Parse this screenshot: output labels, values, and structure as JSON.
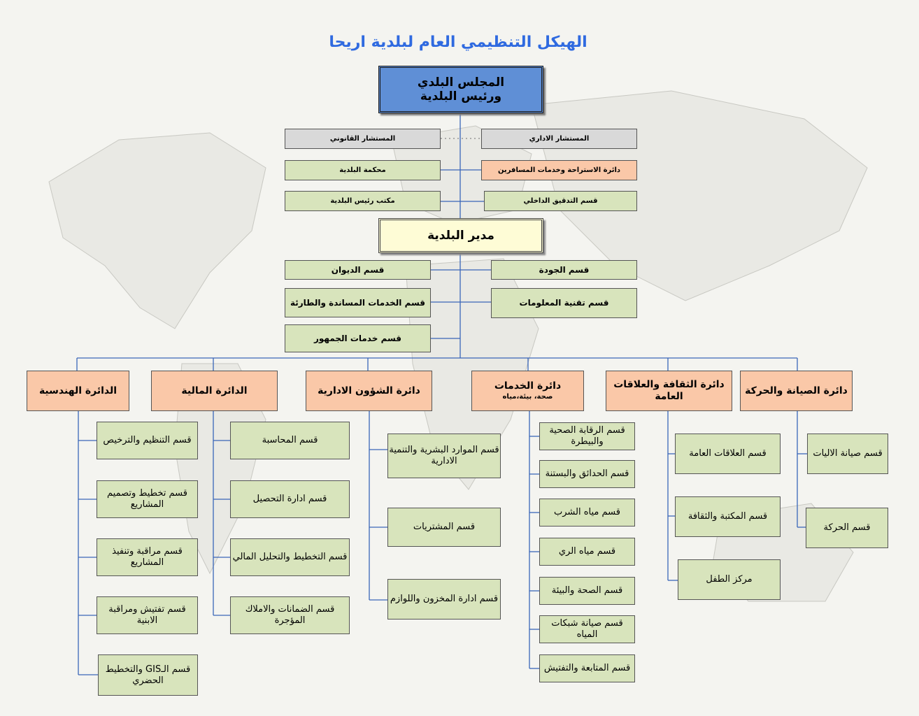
{
  "title": "الهيكل التنظيمي العام لبلدية اريحا",
  "council": {
    "line1": "المجلس البلدي",
    "line2": "ورئيس البلدية"
  },
  "advisors": {
    "legal": "المستشار القانوني",
    "admin": "المستشار الاداري"
  },
  "offices": {
    "court": "محكمة البلدية",
    "rest_services": "دائرة الاستراحة وخدمات المسافرين",
    "mayor_office": "مكتب رئيس البلدية",
    "internal_audit": "قسم التدقيق الداخلي"
  },
  "manager": "مدير البلدية",
  "manager_units": {
    "diwan": "قسم الديوان",
    "quality": "قسم الجودة",
    "support_emergency": "قسم الخدمات المساندة والطارئة",
    "it": "قسم تقنية المعلومات",
    "public_services": "قسم خدمات الجمهور"
  },
  "departments": {
    "engineering": {
      "name": "الدائرة الهندسية",
      "sections": [
        "قسم التنظيم والترخيص",
        "قسم تخطيط وتصميم المشاريع",
        "قسم مراقبة وتنفيذ المشاريع",
        "قسم تفتيش ومراقبة الابنية",
        "قسم الـGIS والتخطيط الحضري"
      ]
    },
    "finance": {
      "name": "الدائرة المالية",
      "sections": [
        "قسم المحاسبة",
        "قسم ادارة التحصيل",
        "قسم التخطيط والتحليل المالي",
        "قسم الضمانات والاملاك المؤجرة"
      ]
    },
    "admin": {
      "name": "دائرة الشؤون الادارية",
      "sections": [
        "قسم الموارد البشرية والتنمية الادارية",
        "قسم المشتريات",
        "قسم ادارة المخزون واللوازم"
      ]
    },
    "services": {
      "name": "دائرة الخدمات",
      "subtitle": "صحة، بيئة،مياه",
      "sections": [
        "قسم الرقابة الصحية والبيطرة",
        "قسم الحدائق والبستنة",
        "قسم مياه الشرب",
        "قسم مياه الري",
        "قسم الصحة والبيئة",
        "قسم صيانة شبكات المياه",
        "قسم المتابعة والتفتيش"
      ]
    },
    "culture": {
      "name": "دائرة الثقافة والعلاقات العامة",
      "sections": [
        "قسم العلاقات العامة",
        "قسم المكتبة والثقافة",
        "مركز الطفل"
      ]
    },
    "maintenance": {
      "name": "دائرة الصيانة والحركة",
      "sections": [
        "قسم صيانة الاليات",
        "قسم الحركة"
      ]
    }
  },
  "colors": {
    "title": "#2f6ae0",
    "council": "#5f8fd6",
    "manager": "#fefcd6",
    "green_box": "#d8e4bc",
    "peach_box": "#fac8a8",
    "gray_box": "#d9d9d9",
    "connector": "#3a66b8"
  }
}
